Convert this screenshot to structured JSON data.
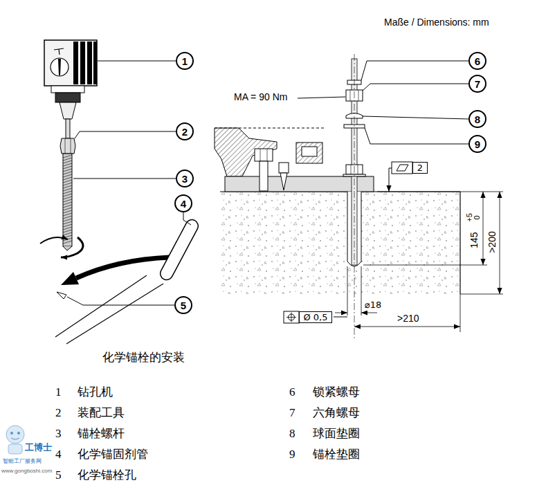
{
  "diagram": {
    "caption": "化学锚栓的安装",
    "nodes": [
      {
        "text": [
          "1"
        ]
      },
      {
        "text": [
          "2"
        ]
      },
      {
        "text": [
          "3"
        ]
      },
      {
        "text": [
          "4"
        ]
      },
      {
        "text": [
          "5"
        ]
      },
      {
        "text": [
          "6"
        ]
      },
      {
        "text": [
          "7"
        ]
      },
      {
        "text": [
          "8"
        ]
      },
      {
        "text": [
          "9"
        ]
      },
      {
        "text": [
          "2"
        ]
      },
      {
        "text": [
          "Ø 0,5"
        ]
      }
    ],
    "labels": [
      "Maße / Dimensions: mm",
      "MA = 90 Nm",
      "145",
      "+5",
      "0",
      ">200",
      "⌀18",
      ">210",
      "1",
      "钻孔机",
      "2",
      "装配工具",
      "3",
      "锚栓螺杆",
      "4",
      "化学锚固剂管",
      "5",
      "化学锚栓孔",
      "6",
      "锁紧螺母",
      "7",
      "六角螺母",
      "8",
      "球面垫圈",
      "9",
      "锚栓垫圈",
      "工博士",
      "智能工厂服务网",
      "www.gongboshi.com"
    ]
  }
}
